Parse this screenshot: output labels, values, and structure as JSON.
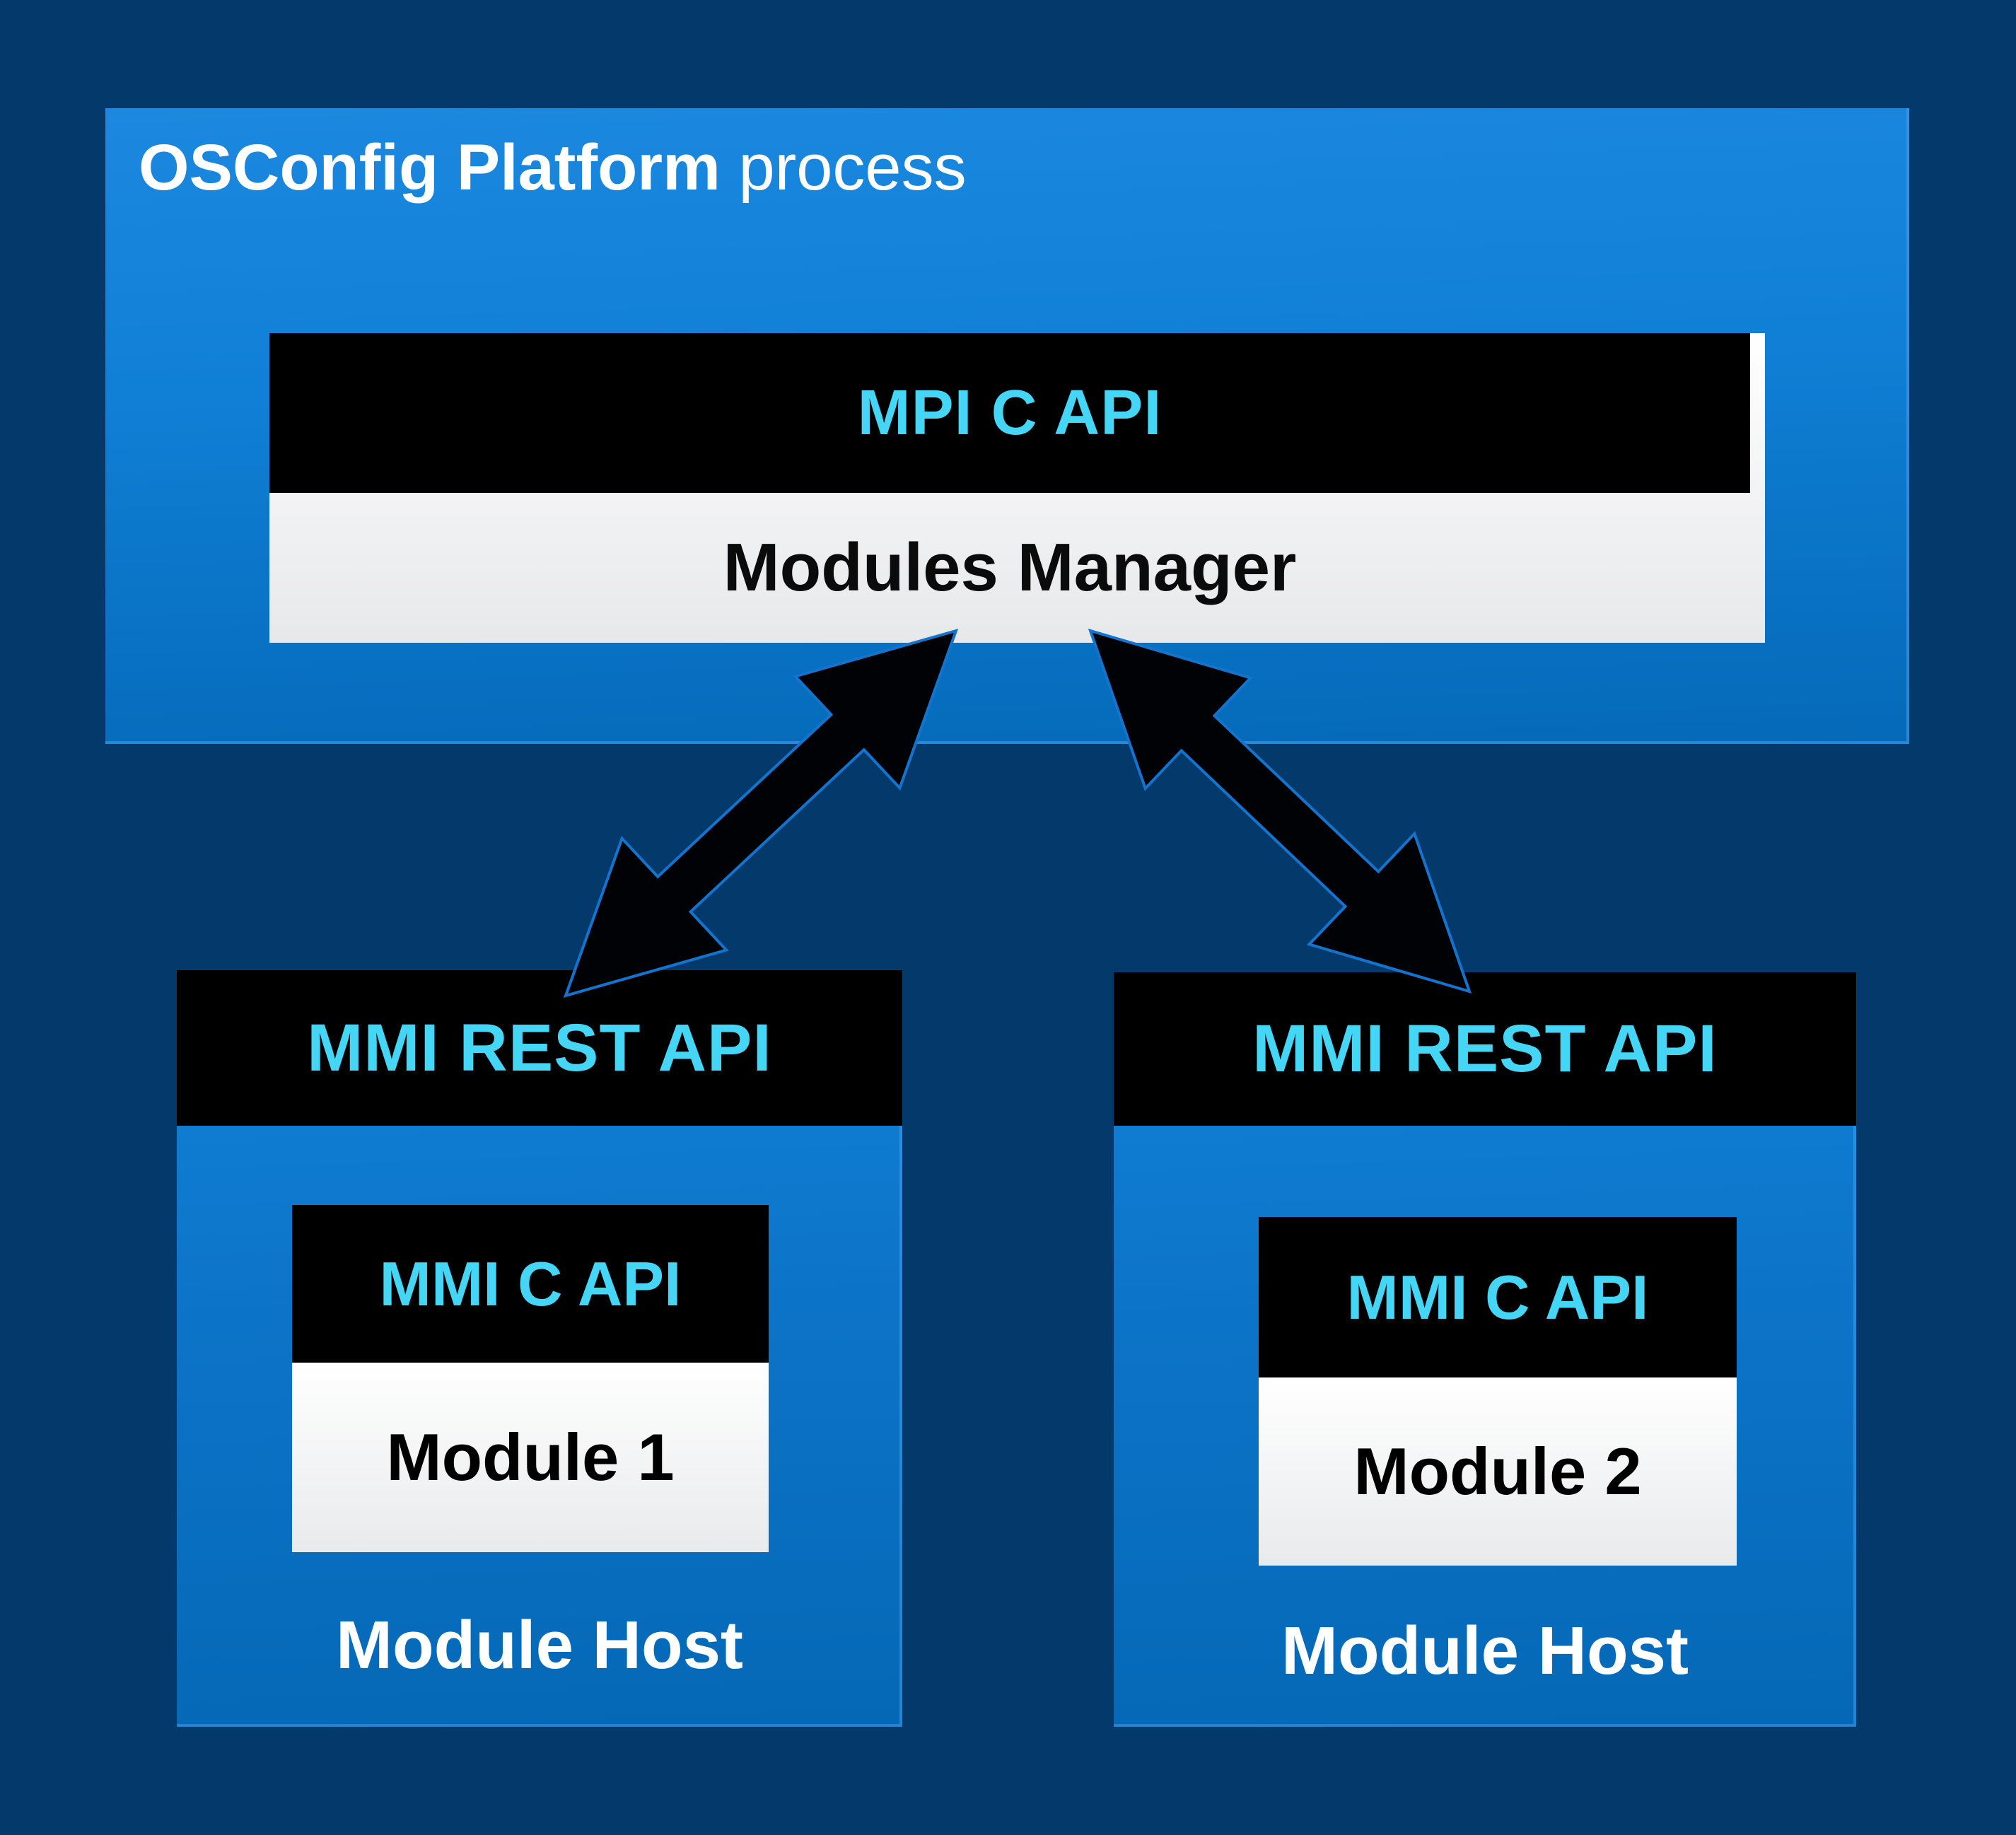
{
  "colors": {
    "background": "#04396B",
    "box_blue_top": "#1C88DF",
    "box_blue_bottom": "#0568B6",
    "bar_black": "#000000",
    "accent_cyan": "#45D6F5",
    "panel_white": "#FFFFFF",
    "arrow_fill": "#000205",
    "arrow_outline": "#1473CC",
    "text_white": "#FFFFFF",
    "text_black": "#0B0B0B"
  },
  "platform": {
    "title_bold": "OSConfig Platform",
    "title_regular": "process",
    "api_label": "MPI C API",
    "manager_label": "Modules Manager"
  },
  "module_hosts": [
    {
      "rest_api_label": "MMI REST API",
      "c_api_label": "MMI C API",
      "module_label": "Module 1",
      "host_label": "Module Host"
    },
    {
      "rest_api_label": "MMI REST API",
      "c_api_label": "MMI C API",
      "module_label": "Module 2",
      "host_label": "Module Host"
    }
  ]
}
